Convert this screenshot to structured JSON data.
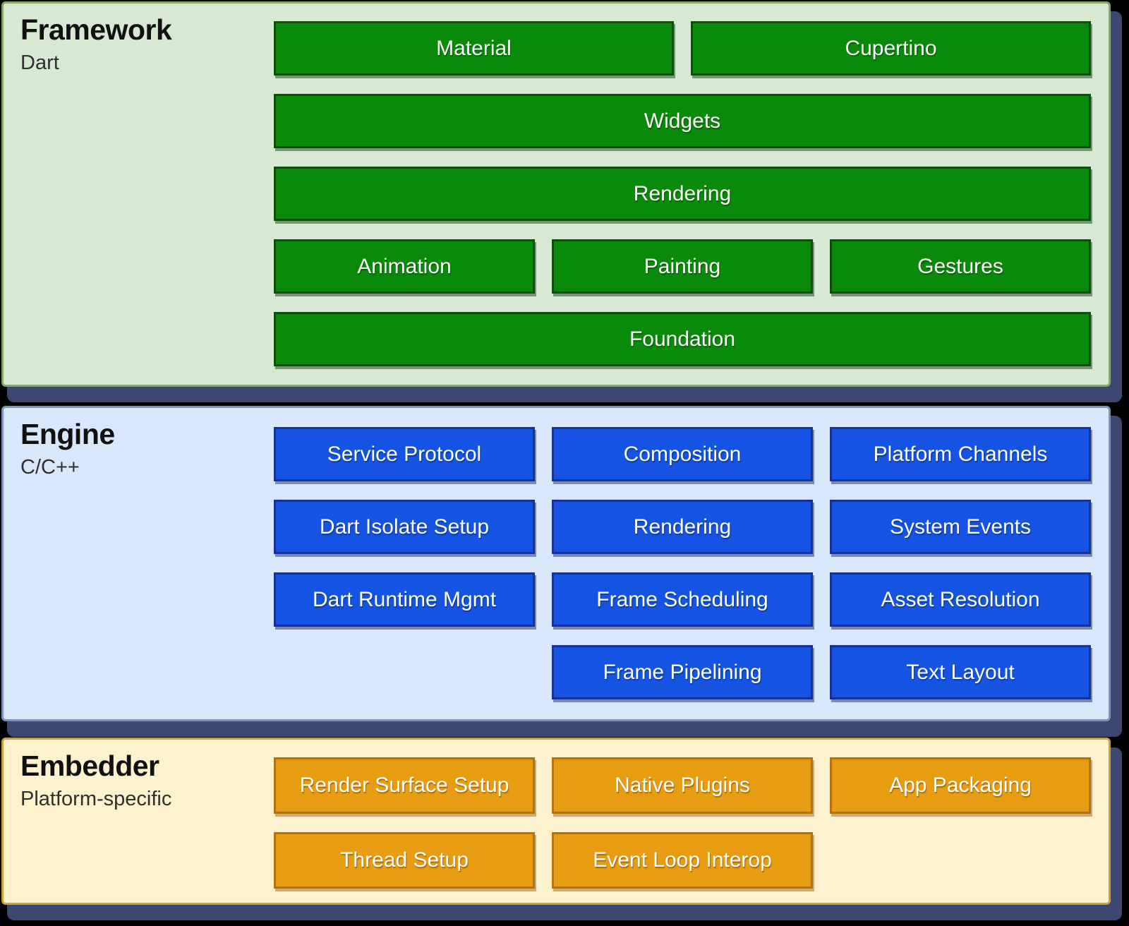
{
  "framework": {
    "title": "Framework",
    "subtitle": "Dart",
    "buttons": {
      "material": "Material",
      "cupertino": "Cupertino",
      "widgets": "Widgets",
      "rendering": "Rendering",
      "animation": "Animation",
      "painting": "Painting",
      "gestures": "Gestures",
      "foundation": "Foundation"
    }
  },
  "engine": {
    "title": "Engine",
    "subtitle": "C/C++",
    "buttons": {
      "service_protocol": "Service Protocol",
      "composition": "Composition",
      "platform_channels": "Platform Channels",
      "dart_isolate_setup": "Dart Isolate Setup",
      "rendering": "Rendering",
      "system_events": "System Events",
      "dart_runtime_mgmt": "Dart Runtime Mgmt",
      "frame_scheduling": "Frame Scheduling",
      "asset_resolution": "Asset Resolution",
      "frame_pipelining": "Frame Pipelining",
      "text_layout": "Text Layout"
    }
  },
  "embedder": {
    "title": "Embedder",
    "subtitle": "Platform-specific",
    "buttons": {
      "render_surface_setup": "Render Surface Setup",
      "native_plugins": "Native Plugins",
      "app_packaging": "App Packaging",
      "thread_setup": "Thread Setup",
      "event_loop_interop": "Event Loop Interop"
    }
  },
  "colors": {
    "page_background": "#000000",
    "layer_shadow": "#3d4871",
    "framework_bg": "#d7e8d3",
    "framework_border": "#84aa68",
    "framework_block_fill": "#0a8a0a",
    "framework_block_border": "#0a4f0a",
    "engine_bg": "#d9e7fa",
    "engine_border": "#7b93c0",
    "engine_block_fill": "#1553e3",
    "engine_block_border": "#14309a",
    "embedder_bg": "#fcf2cd",
    "embedder_border": "#c9a23f",
    "embedder_block_fill": "#e89c12",
    "embedder_block_border": "#b3720e",
    "block_text": "#ffffff",
    "title_text": "#111111"
  }
}
